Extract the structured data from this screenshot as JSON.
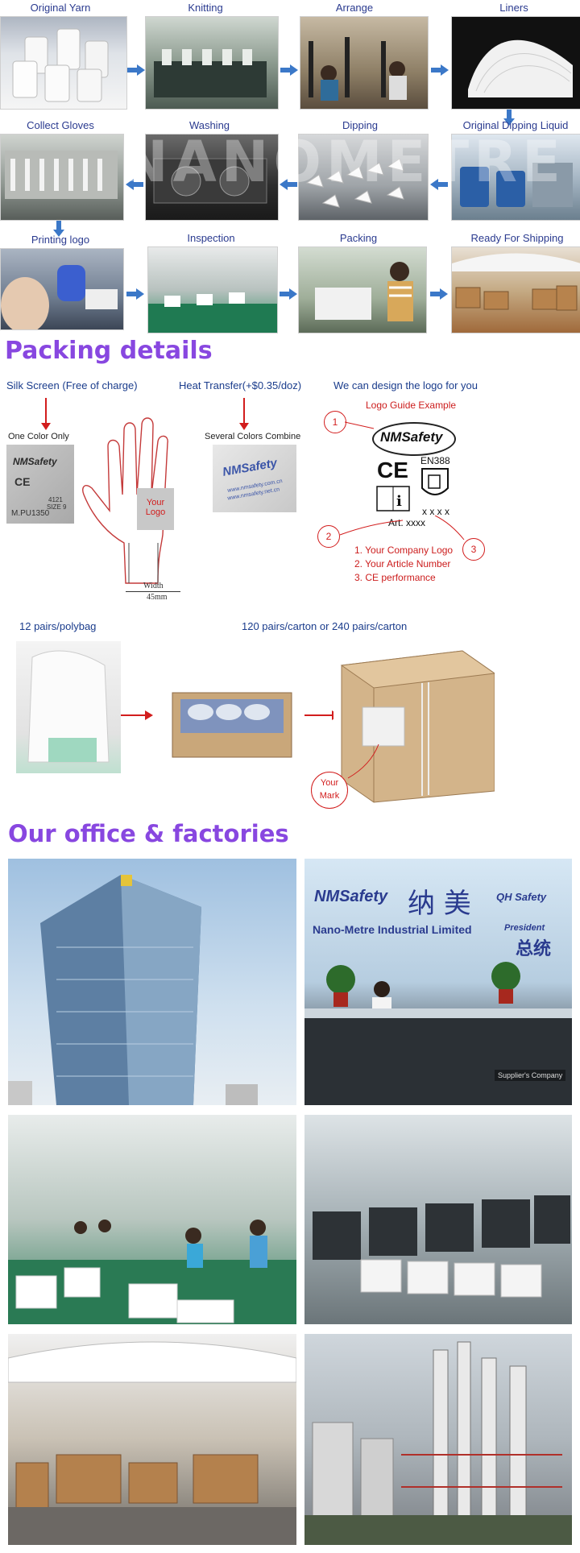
{
  "process": {
    "row1": [
      "Original Yarn",
      "Knitting",
      "Arrange",
      "Liners"
    ],
    "row2": [
      "Collect Gloves",
      "Washing",
      "Dipping",
      "Original Dipping Liquid"
    ],
    "row3": [
      "Printing logo",
      "Inspection",
      "Packing",
      "Ready For Shipping"
    ]
  },
  "packing": {
    "title": "Packing details",
    "silk_screen": "Silk Screen (Free of charge)",
    "heat_transfer": "Heat Transfer(+$0.35/doz)",
    "design_logo": "We can design the logo for you",
    "one_color": "One Color Only",
    "several_colors": "Several Colors Combine",
    "your_logo": "Your Logo",
    "width_label": "Width",
    "width_value": "45mm",
    "logo_guide": "Logo Guide Example",
    "brand": "NMSafety",
    "en388": "EN388",
    "ce": "CE",
    "xxxx": "x x x x",
    "art": "Art. xxxx",
    "guide_items": [
      "1. Your Company Logo",
      "2. Your Article Number",
      "3. CE performance"
    ],
    "circle_nums": [
      "1",
      "2",
      "3"
    ],
    "silk_sample": {
      "brand": "NMSafety",
      "size": "SIZE 9",
      "art": "M.PU1350",
      "code": "4121"
    },
    "heat_sample": {
      "brand": "NMSafety",
      "url1": "www.nmsafety.com.cn",
      "url2": "www.nmsafety.net.cn"
    },
    "pairs_polybag": "12 pairs/polybag",
    "pairs_carton": "120 pairs/carton or 240 pairs/carton",
    "your_mark": "Your Mark"
  },
  "office": {
    "title": "Our office & factories",
    "reception": {
      "brand": "NMSafety",
      "chinese": "纳 美",
      "company": "Nano-Metre Industrial Limited",
      "qh": "QH Safety",
      "president": "President",
      "zt": "总统",
      "supplier": "Supplier's Company"
    }
  },
  "watermark": "NANOMETRE",
  "colors": {
    "accent": "#8847e0",
    "arrow": "#3b78c8",
    "red": "#d21d1d"
  }
}
